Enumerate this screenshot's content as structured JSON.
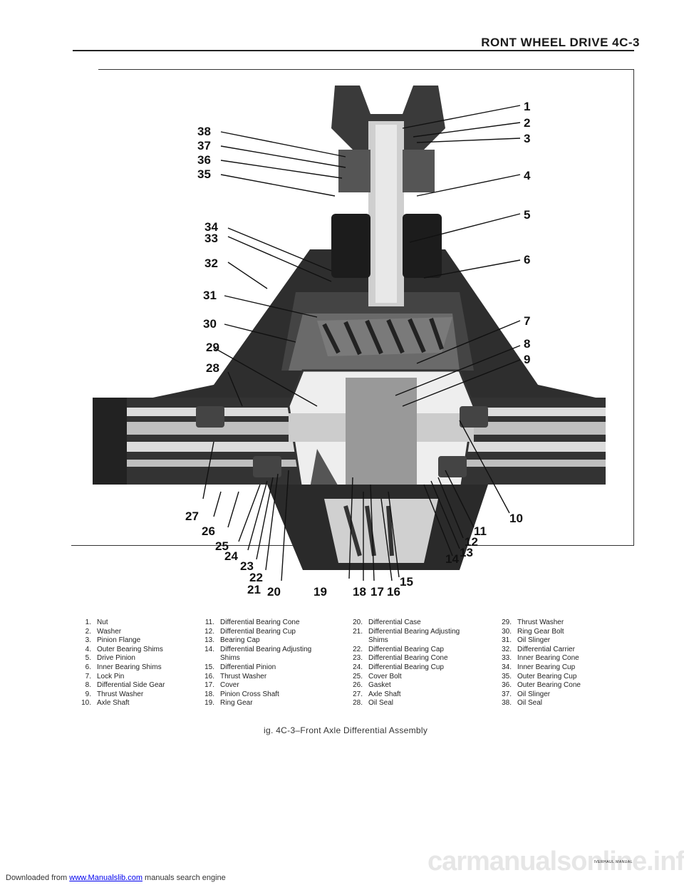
{
  "header": {
    "title": "RONT WHEEL DRIVE   4C-3"
  },
  "callouts": [
    "1",
    "2",
    "3",
    "4",
    "5",
    "6",
    "7",
    "8",
    "9",
    "10",
    "11",
    "12",
    "13",
    "14",
    "15",
    "16",
    "17",
    "18",
    "19",
    "20",
    "21",
    "22",
    "23",
    "24",
    "25",
    "26",
    "27",
    "28",
    "29",
    "30",
    "31",
    "32",
    "33",
    "34",
    "35",
    "36",
    "37",
    "38"
  ],
  "legend": {
    "col1": [
      {
        "num": "1.",
        "label": "Nut"
      },
      {
        "num": "2.",
        "label": "Washer"
      },
      {
        "num": "3.",
        "label": "Pinion Flange"
      },
      {
        "num": "4.",
        "label": "Outer Bearing Shims"
      },
      {
        "num": "5.",
        "label": "Drive Pinion"
      },
      {
        "num": "6.",
        "label": "Inner Bearing Shims"
      },
      {
        "num": "7.",
        "label": "Lock Pin"
      },
      {
        "num": "8.",
        "label": "Differential Side Gear"
      },
      {
        "num": "9.",
        "label": "Thrust Washer"
      },
      {
        "num": "10.",
        "label": "Axle Shaft"
      }
    ],
    "col2": [
      {
        "num": "11.",
        "label": "Differential Bearing Cone"
      },
      {
        "num": "12.",
        "label": "Differential Bearing Cup"
      },
      {
        "num": "13.",
        "label": "Bearing Cap"
      },
      {
        "num": "14.",
        "label": "Differential Bearing Adjusting"
      },
      {
        "num": "",
        "label": "Shims"
      },
      {
        "num": "15.",
        "label": "Differential Pinion"
      },
      {
        "num": "16.",
        "label": "Thrust Washer"
      },
      {
        "num": "17.",
        "label": "Cover"
      },
      {
        "num": "18.",
        "label": "Pinion Cross Shaft"
      },
      {
        "num": "19.",
        "label": "Ring Gear"
      }
    ],
    "col3": [
      {
        "num": "20.",
        "label": "Differential Case"
      },
      {
        "num": "21.",
        "label": "Differential Bearing Adjusting"
      },
      {
        "num": "",
        "label": "Shims"
      },
      {
        "num": "22.",
        "label": "Differential Bearing Cap"
      },
      {
        "num": "23.",
        "label": "Differential Bearing Cone"
      },
      {
        "num": "24.",
        "label": "Differential Bearing Cup"
      },
      {
        "num": "25.",
        "label": "Cover Bolt"
      },
      {
        "num": "26.",
        "label": "Gasket"
      },
      {
        "num": "27.",
        "label": "Axle Shaft"
      },
      {
        "num": "28.",
        "label": "Oil Seal"
      }
    ],
    "col4": [
      {
        "num": "29.",
        "label": "Thrust Washer"
      },
      {
        "num": "30.",
        "label": "Ring Gear Bolt"
      },
      {
        "num": "31.",
        "label": "Oil Slinger"
      },
      {
        "num": "32.",
        "label": "Differential Carrier"
      },
      {
        "num": "33.",
        "label": "Inner Bearing Cone"
      },
      {
        "num": "34.",
        "label": "Inner Bearing Cup"
      },
      {
        "num": "35.",
        "label": "Outer Bearing Cup"
      },
      {
        "num": "36.",
        "label": "Outer Bearing Cone"
      },
      {
        "num": "37.",
        "label": "Oil Slinger"
      },
      {
        "num": "38.",
        "label": "Oil Seal"
      }
    ]
  },
  "caption": "ig. 4C-3–Front Axle Differential Assembly",
  "footer": {
    "manual": "IVERHAUL MANUAL",
    "downloaded_prefix": "Downloaded from ",
    "downloaded_link": "www.Manualslib.com",
    "downloaded_suffix": " manuals search engine",
    "watermark": "carmanualsonline.info"
  }
}
